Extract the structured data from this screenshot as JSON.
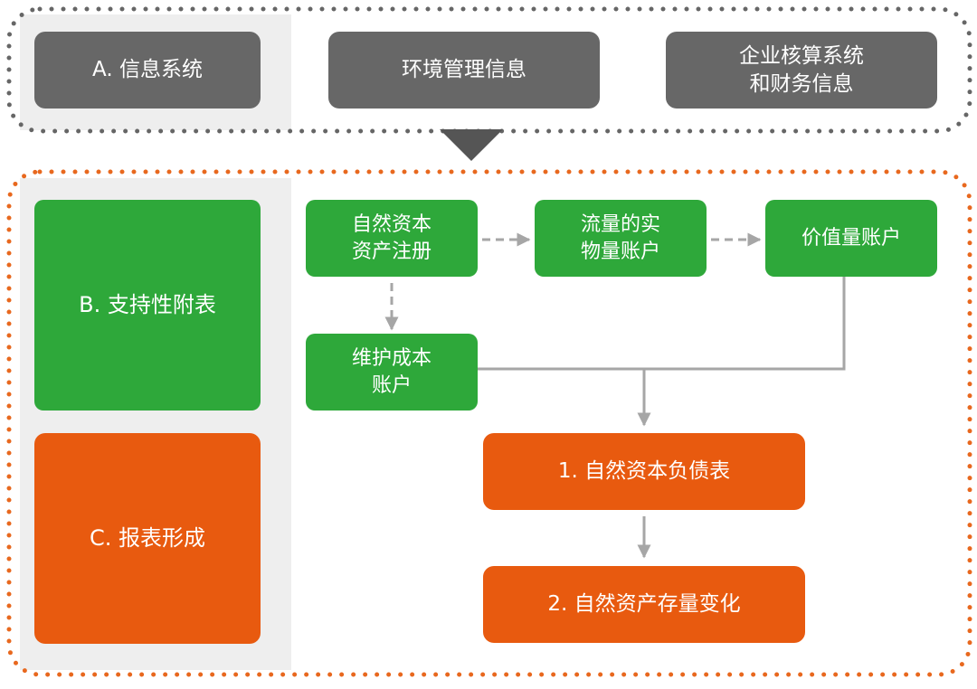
{
  "colors": {
    "gray_box": "#676767",
    "green_box": "#2ea83a",
    "orange_box": "#e85a0f",
    "panel_background": "#eeeeee",
    "top_dotted_border": "#666666",
    "bottom_dotted_border": "#e8681e",
    "connector": "#a6a6a6",
    "big_arrow": "#555555"
  },
  "top_section": {
    "label_a": "A. 信息系统",
    "box_env": "环境管理信息",
    "box_accounting": "企业核算系统\n和财务信息"
  },
  "bottom_section": {
    "label_b": "B. 支持性附表",
    "label_c": "C. 报表形成",
    "box_register": "自然资本\n资产注册",
    "box_physical": "流量的实\n物量账户",
    "box_value": "价值量账户",
    "box_maintenance": "维护成本\n账户",
    "box_balance_sheet": "1. 自然资本负债表",
    "box_stock_change": "2. 自然资产存量变化"
  }
}
